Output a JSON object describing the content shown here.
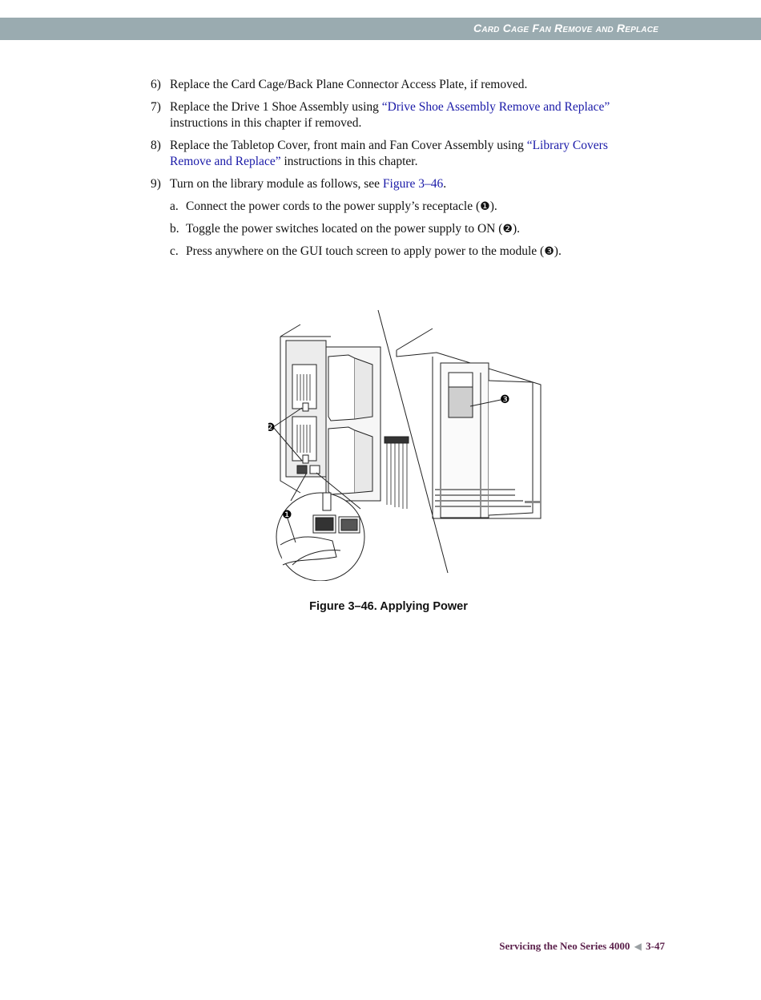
{
  "header": {
    "title": "Card Cage Fan Remove and Replace"
  },
  "steps": [
    {
      "num": "6)",
      "text_before": "Replace the Card Cage/Back Plane Connector Access Plate, if removed.",
      "link": "",
      "text_after": ""
    },
    {
      "num": "7)",
      "text_before": "Replace the Drive 1 Shoe Assembly using ",
      "link": "“Drive Shoe Assembly Remove and Replace”",
      "text_after": " instructions in this chapter if removed."
    },
    {
      "num": "8)",
      "text_before": "Replace the Tabletop Cover, front main and Fan Cover Assembly using ",
      "link": "“Library Covers Remove and Replace”",
      "text_after": " instructions in this chapter."
    },
    {
      "num": "9)",
      "text_before": "Turn on the library module as follows, see ",
      "link": "Figure 3–46",
      "text_after": "."
    }
  ],
  "substeps": [
    {
      "letter": "a.",
      "text": "Connect the power cords to the power supply’s receptacle (",
      "callout": "❶",
      "end": ")."
    },
    {
      "letter": "b.",
      "text": "Toggle the power switches located on the power supply to ON (",
      "callout": "❷",
      "end": ")."
    },
    {
      "letter": "c.",
      "text": "Press anywhere on the GUI touch screen to apply power to the module (",
      "callout": "❸",
      "end": ")."
    }
  ],
  "figure": {
    "callouts": [
      "❶",
      "❷",
      "❸"
    ],
    "caption": "Figure 3–46. Applying Power"
  },
  "footer": {
    "title": "Servicing the Neo Series 4000",
    "page": "3-47"
  },
  "colors": {
    "header_bar": "#9aabb0",
    "link": "#1a1aa8",
    "footer_text": "#5a1f4a"
  }
}
